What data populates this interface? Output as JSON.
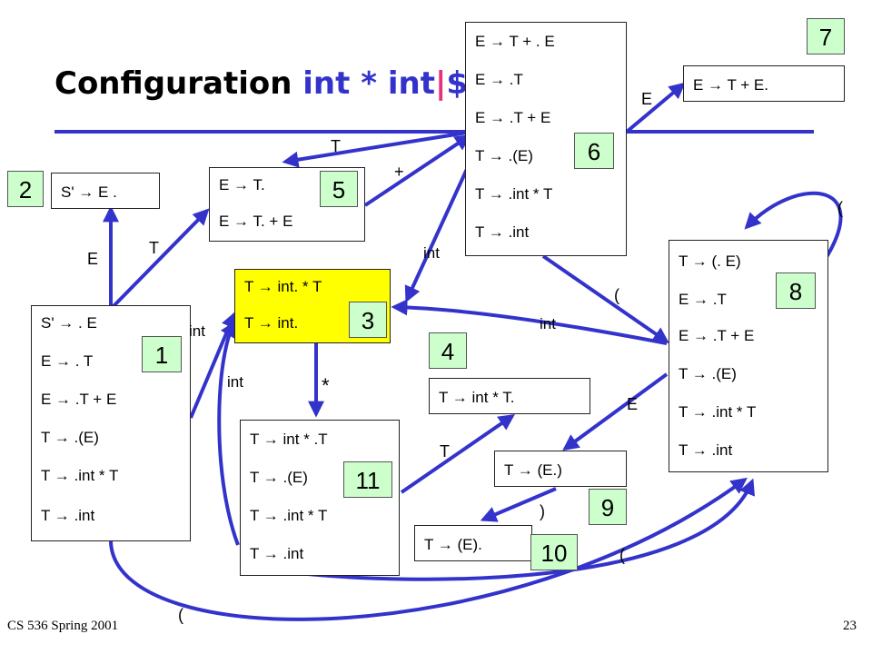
{
  "title": {
    "prefix": "Configuration ",
    "input": "int * int",
    "cursor": "|",
    "end": "$"
  },
  "states": [
    {
      "id": "s1",
      "number": "1",
      "items": [
        "S' → . E",
        "E → . T",
        "E → .T + E",
        "T → .(E)",
        "T → .int * T",
        "T → .int"
      ]
    },
    {
      "id": "s2",
      "number": "2",
      "items": [
        "S' → E ."
      ]
    },
    {
      "id": "s3",
      "number": "3",
      "items": [
        "T → int. * T",
        "T → int."
      ]
    },
    {
      "id": "s4",
      "number": "4",
      "items": [
        "T → int * T."
      ]
    },
    {
      "id": "s5",
      "number": "5",
      "items": [
        "E → T.",
        "E → T. + E"
      ]
    },
    {
      "id": "s6",
      "number": "6",
      "items": [
        "E → T + . E",
        "E → .T",
        "E → .T + E",
        "T → .(E)",
        "T → .int * T",
        "T → .int"
      ]
    },
    {
      "id": "s7",
      "number": "7",
      "items": [
        "E → T + E."
      ]
    },
    {
      "id": "s8",
      "number": "8",
      "items": [
        "T → (. E)",
        "E → .T",
        "E → .T + E",
        "T → .(E)",
        "T → .int * T",
        "T → .int"
      ]
    },
    {
      "id": "s9",
      "number": "9",
      "items": [
        "T → (E.)"
      ]
    },
    {
      "id": "s10",
      "number": "10",
      "items": [
        "T → (E)."
      ]
    },
    {
      "id": "s11",
      "number": "11",
      "items": [
        "T → int * .T",
        "T → .(E)",
        "T → .int * T",
        "T → .int"
      ]
    }
  ],
  "edge_labels": {
    "s1_s2": "E",
    "s1_s5": "T",
    "s1_s3": "int",
    "s1_s8": "(",
    "s3_s11": "*",
    "s11_s3": "int",
    "s11_s4": "T",
    "s11_s8": "(",
    "s5_s6": "+",
    "s6_s5": "T",
    "s6_s3": "int",
    "s6_s7": "E",
    "s6_s8": "(",
    "s8_s3": "int",
    "s8_s9": "E",
    "s8_s8": "(",
    "s9_s10": ")"
  },
  "footer": {
    "course": "CS 536  Spring 2001",
    "page": "23"
  },
  "colors": {
    "edge": "#3333cc",
    "highlight": "#ffff00",
    "state_number_bg": "#ccffcc",
    "title_accent": "#3333cc",
    "cursor": "#e8317a"
  }
}
